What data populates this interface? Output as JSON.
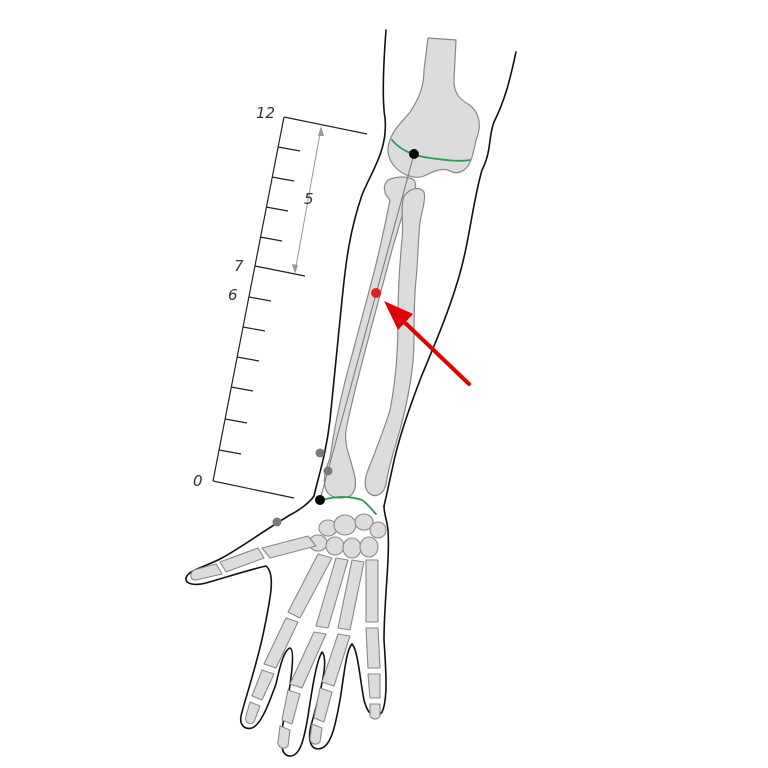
{
  "scale": {
    "tick_labels": [
      "12",
      "7",
      "6",
      "0"
    ],
    "span_label": "5"
  },
  "markers": {
    "highlighted_point_color": "#e02020",
    "arrow_color": "#e00000",
    "landmark_color": "#000000",
    "secondary_point_color": "#7a7a7a"
  },
  "colors": {
    "bone_fill": "#dcdcdc",
    "bone_stroke": "#888888",
    "outline": "#111111",
    "joint_line": "#2e9a5a"
  }
}
